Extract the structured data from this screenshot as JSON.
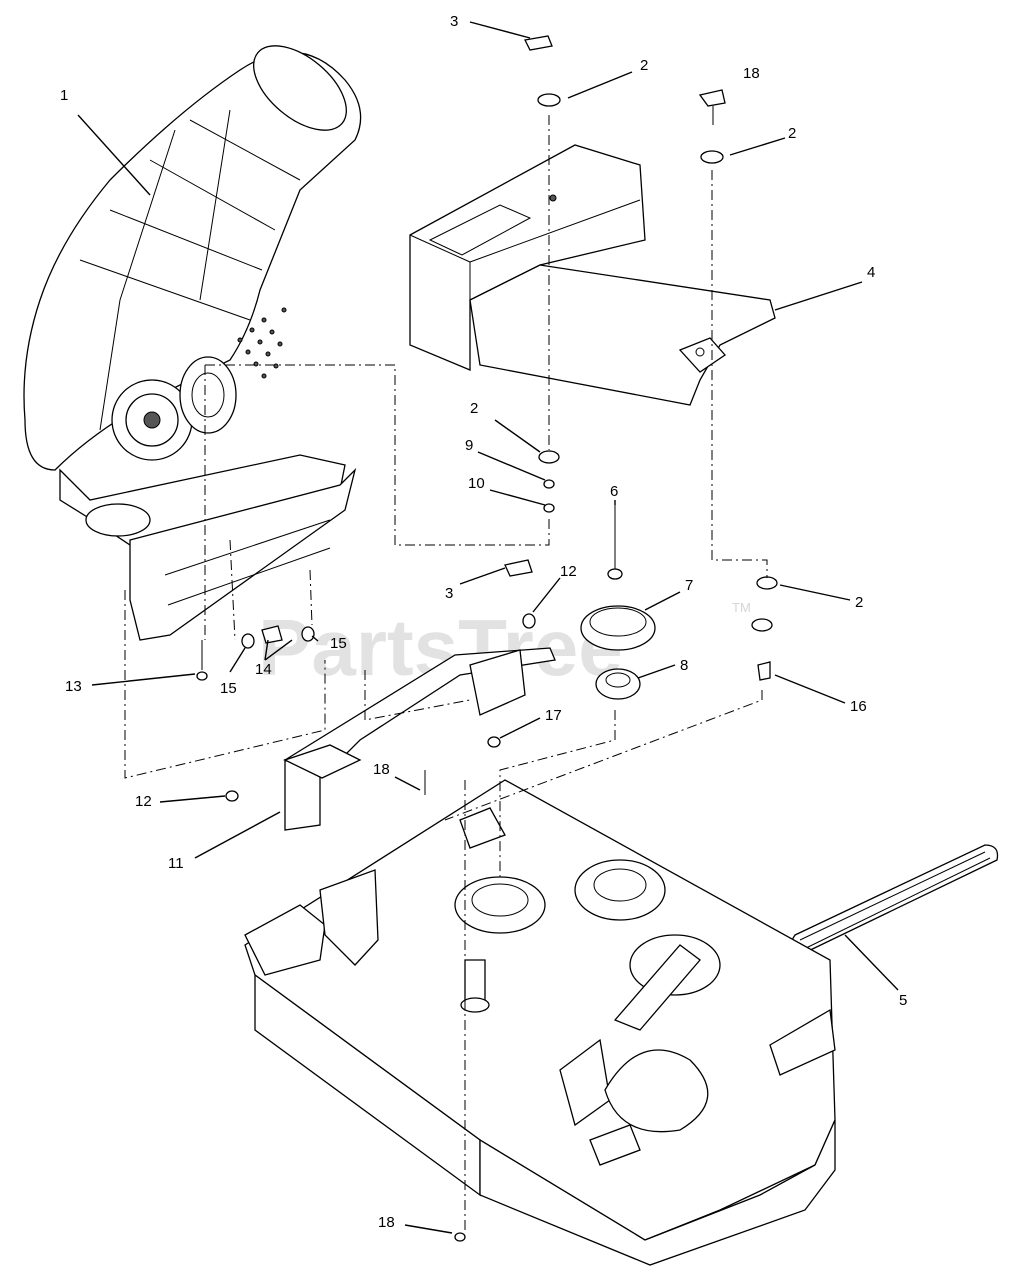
{
  "watermark": {
    "text": "PartsTree",
    "tm": "TM"
  },
  "callouts": [
    "1",
    "2",
    "2",
    "2",
    "2",
    "3",
    "3",
    "4",
    "5",
    "6",
    "7",
    "8",
    "9",
    "10",
    "11",
    "12",
    "12",
    "13",
    "14",
    "15",
    "15",
    "16",
    "17",
    "18",
    "18",
    "18"
  ]
}
